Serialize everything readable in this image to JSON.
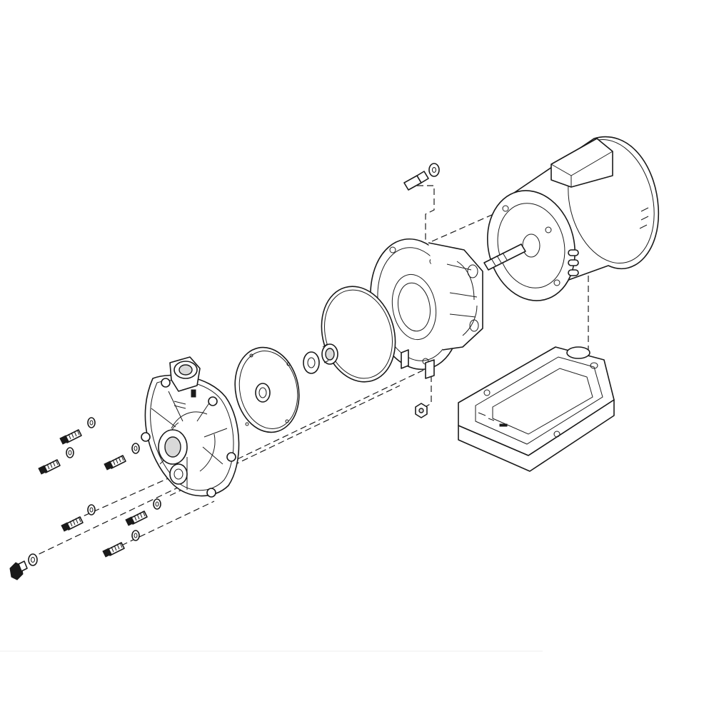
{
  "figure": {
    "colors": {
      "line": "#1a1a1a",
      "fill": "#ffffff",
      "shade": "#d9d9d9"
    }
  },
  "parts": [
    {
      "id": "motor",
      "icon": "motor-icon"
    },
    {
      "id": "motor-base",
      "icon": "motor-base-icon"
    },
    {
      "id": "seal-plate",
      "icon": "seal-plate-icon"
    },
    {
      "id": "o-ring",
      "icon": "o-ring-icon"
    },
    {
      "id": "shaft-seal",
      "icon": "shaft-seal-icon"
    },
    {
      "id": "diffuser",
      "icon": "diffuser-icon"
    },
    {
      "id": "pump-housing",
      "icon": "pump-housing-icon"
    },
    {
      "id": "housing-bolt",
      "icon": "bolt-icon",
      "count": 6
    },
    {
      "id": "washer",
      "icon": "washer-icon",
      "count": 6
    },
    {
      "id": "drain-plug",
      "icon": "drain-plug-icon"
    },
    {
      "id": "motor-bolt",
      "icon": "bolt-icon"
    },
    {
      "id": "base-nut",
      "icon": "nut-icon"
    }
  ]
}
